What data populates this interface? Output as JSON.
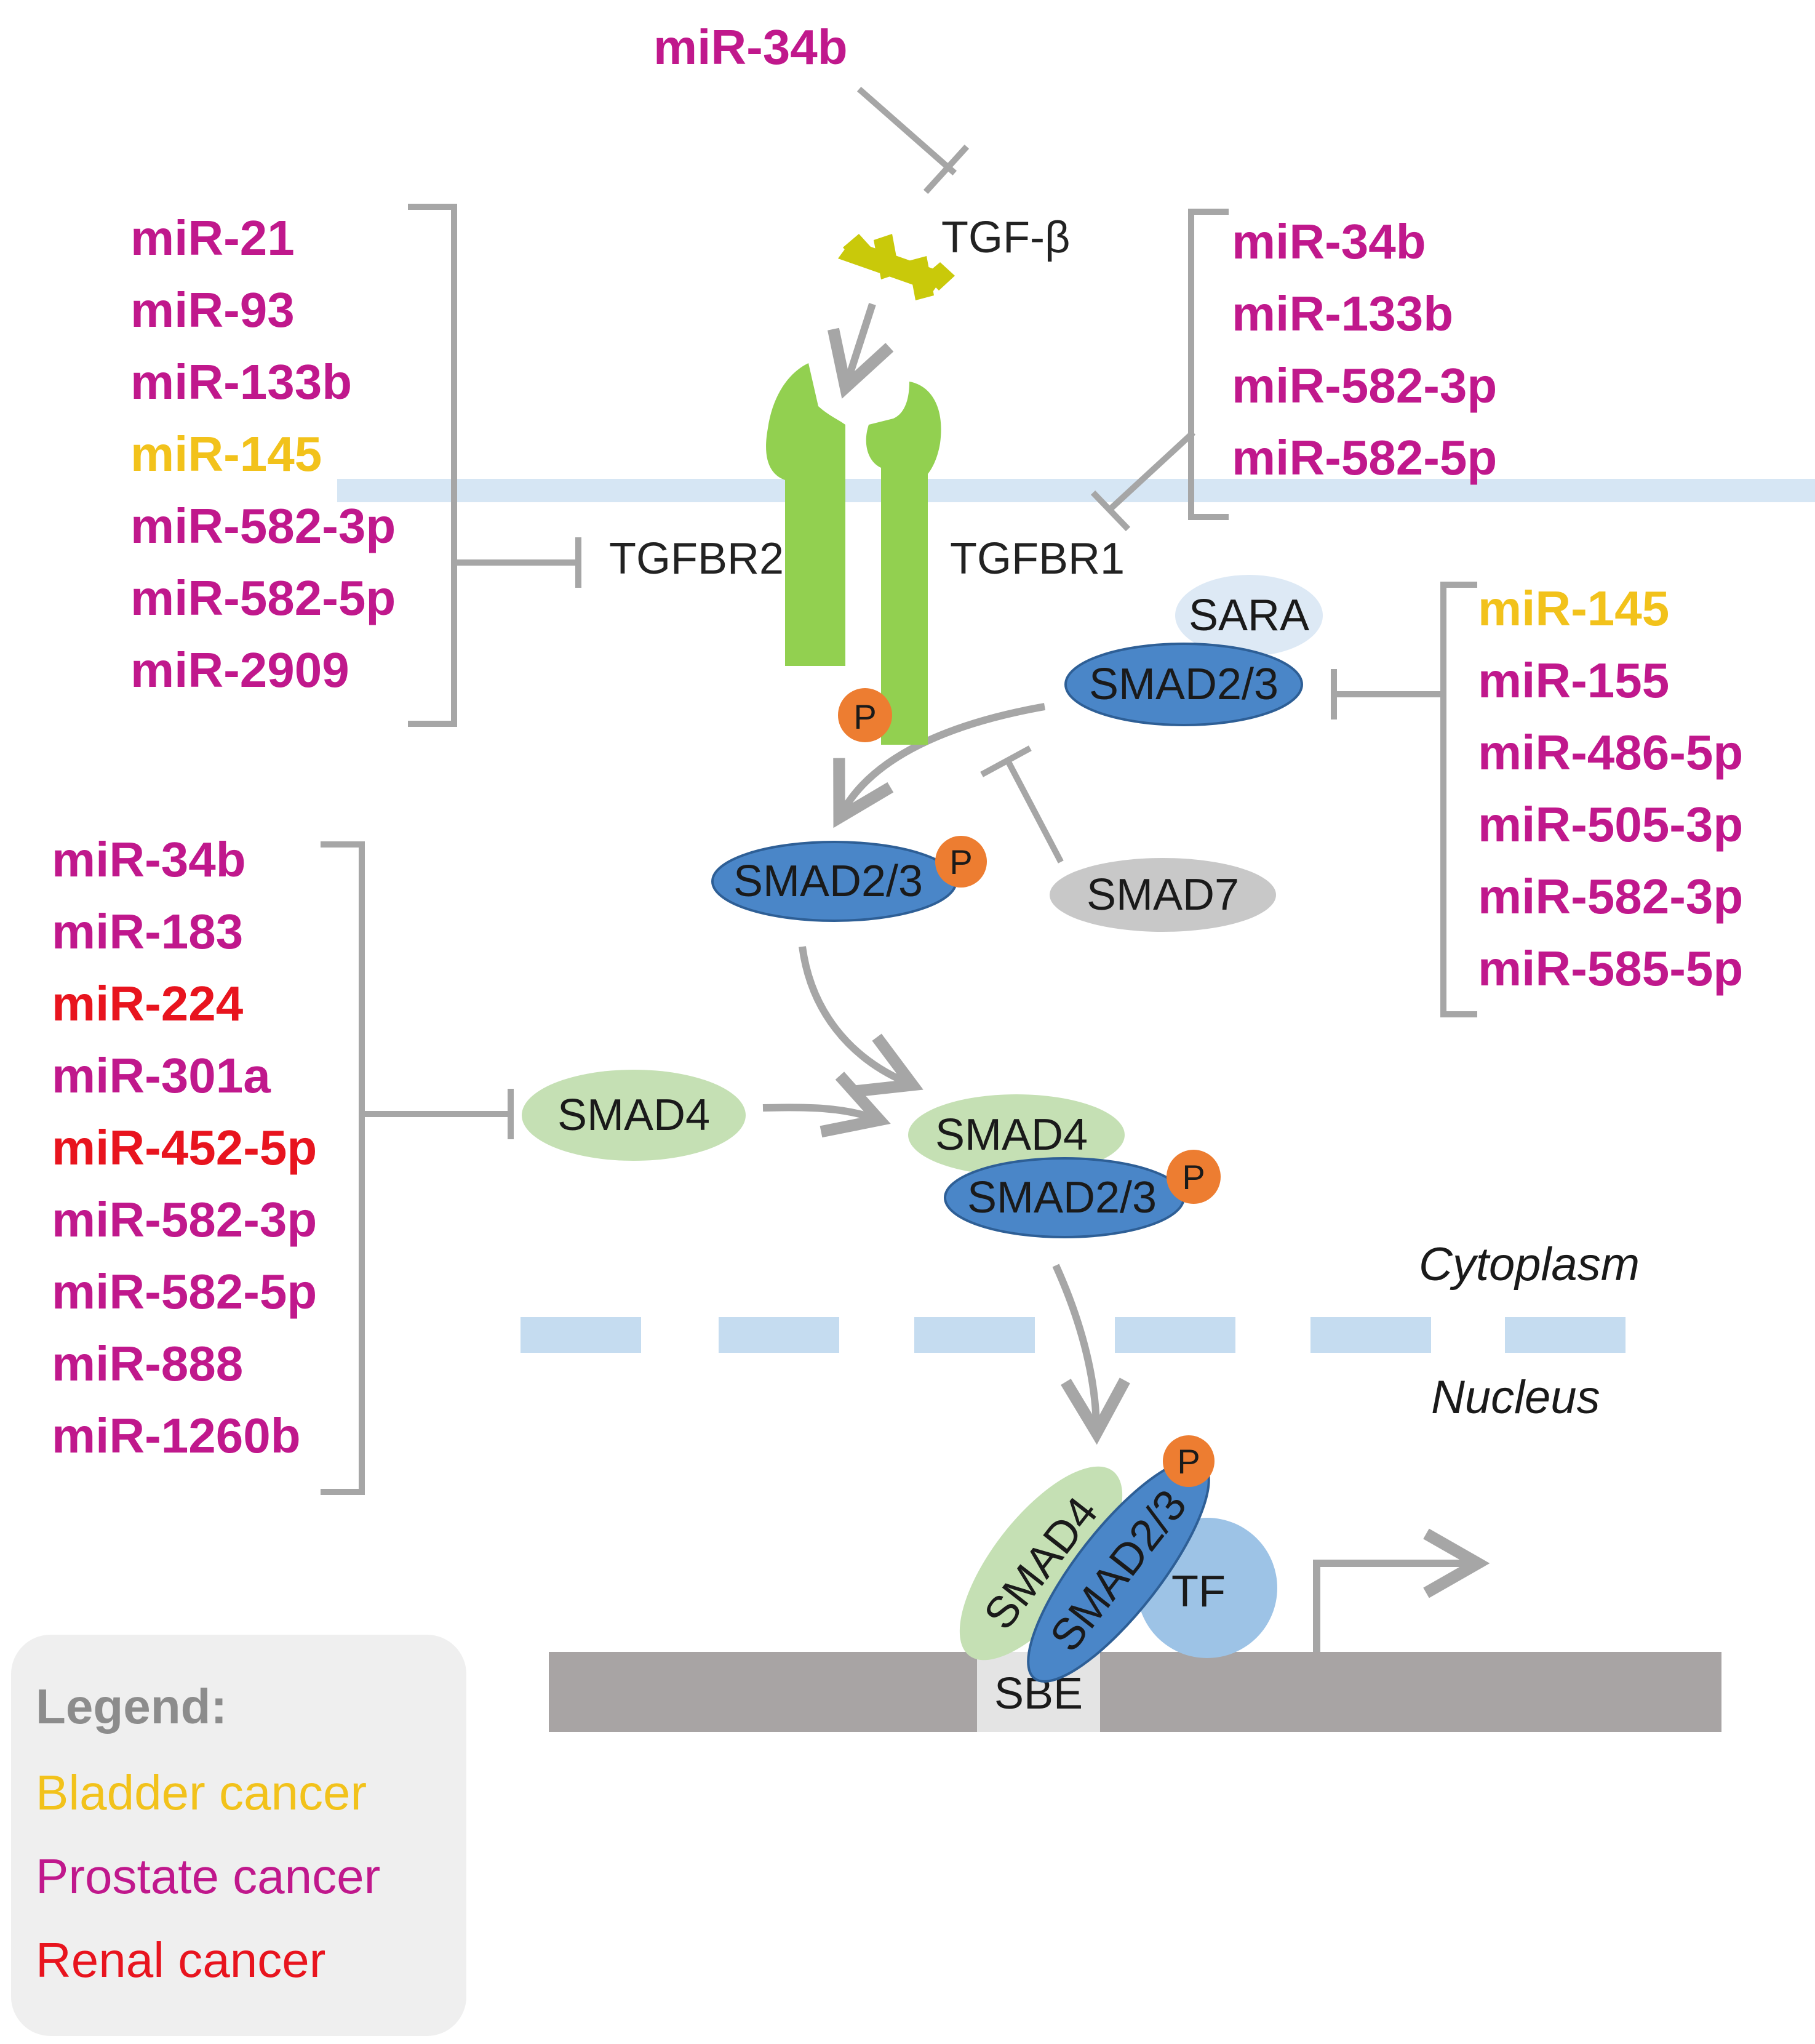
{
  "colors": {
    "prostate": "#c0188c",
    "bladder": "#f2c21b",
    "renal": "#e8141e",
    "line": "#a6a6a6",
    "receptor": "#92d050",
    "ligand": "#c9c90a",
    "smad23": "#4a86c8",
    "smad4": "#c5e0b4",
    "smad7": "#c8c8c8",
    "sara": "#dde9f5",
    "tf": "#9dc3e6",
    "phospho": "#ed7d31",
    "membrane": "#d6e6f4",
    "dna": "#a8a4a4",
    "sbe": "#e4e4e4"
  },
  "labels": {
    "ligand": "TGF-β",
    "tgfbr2": "TGFBR2",
    "tgfbr1": "TGFBR1",
    "sara": "SARA",
    "smad23": "SMAD2/3",
    "smad4": "SMAD4",
    "smad7": "SMAD7",
    "p": "P",
    "tf": "TF",
    "sbe": "SBE",
    "cytoplasm": "Cytoplasm",
    "nucleus": "Nucleus"
  },
  "mirna_groups": {
    "ligand_top": [
      {
        "name": "miR-34b",
        "cancer": "prostate"
      }
    ],
    "tgfbr2": [
      {
        "name": "miR-21",
        "cancer": "prostate"
      },
      {
        "name": "miR-93",
        "cancer": "prostate"
      },
      {
        "name": "miR-133b",
        "cancer": "prostate"
      },
      {
        "name": "miR-145",
        "cancer": "bladder"
      },
      {
        "name": "miR-582-3p",
        "cancer": "prostate"
      },
      {
        "name": "miR-582-5p",
        "cancer": "prostate"
      },
      {
        "name": "miR-2909",
        "cancer": "prostate"
      }
    ],
    "tgfbr1": [
      {
        "name": "miR-34b",
        "cancer": "prostate"
      },
      {
        "name": "miR-133b",
        "cancer": "prostate"
      },
      {
        "name": "miR-582-3p",
        "cancer": "prostate"
      },
      {
        "name": "miR-582-5p",
        "cancer": "prostate"
      }
    ],
    "smad23": [
      {
        "name": "miR-145",
        "cancer": "bladder"
      },
      {
        "name": "miR-155",
        "cancer": "prostate"
      },
      {
        "name": "miR-486-5p",
        "cancer": "prostate"
      },
      {
        "name": "miR-505-3p",
        "cancer": "prostate"
      },
      {
        "name": "miR-582-3p",
        "cancer": "prostate"
      },
      {
        "name": "miR-585-5p",
        "cancer": "prostate"
      }
    ],
    "smad4": [
      {
        "name": "miR-34b",
        "cancer": "prostate"
      },
      {
        "name": "miR-183",
        "cancer": "prostate"
      },
      {
        "name": "miR-224",
        "cancer": "renal"
      },
      {
        "name": "miR-301a",
        "cancer": "prostate"
      },
      {
        "name": "miR-452-5p",
        "cancer": "renal"
      },
      {
        "name": "miR-582-3p",
        "cancer": "prostate"
      },
      {
        "name": "miR-582-5p",
        "cancer": "prostate"
      },
      {
        "name": "miR-888",
        "cancer": "prostate"
      },
      {
        "name": "miR-1260b",
        "cancer": "prostate"
      }
    ]
  },
  "legend": {
    "title": "Legend:",
    "items": [
      {
        "label": "Bladder cancer",
        "cancer": "bladder"
      },
      {
        "label": "Prostate cancer",
        "cancer": "prostate"
      },
      {
        "label": "Renal cancer",
        "cancer": "renal"
      }
    ]
  }
}
